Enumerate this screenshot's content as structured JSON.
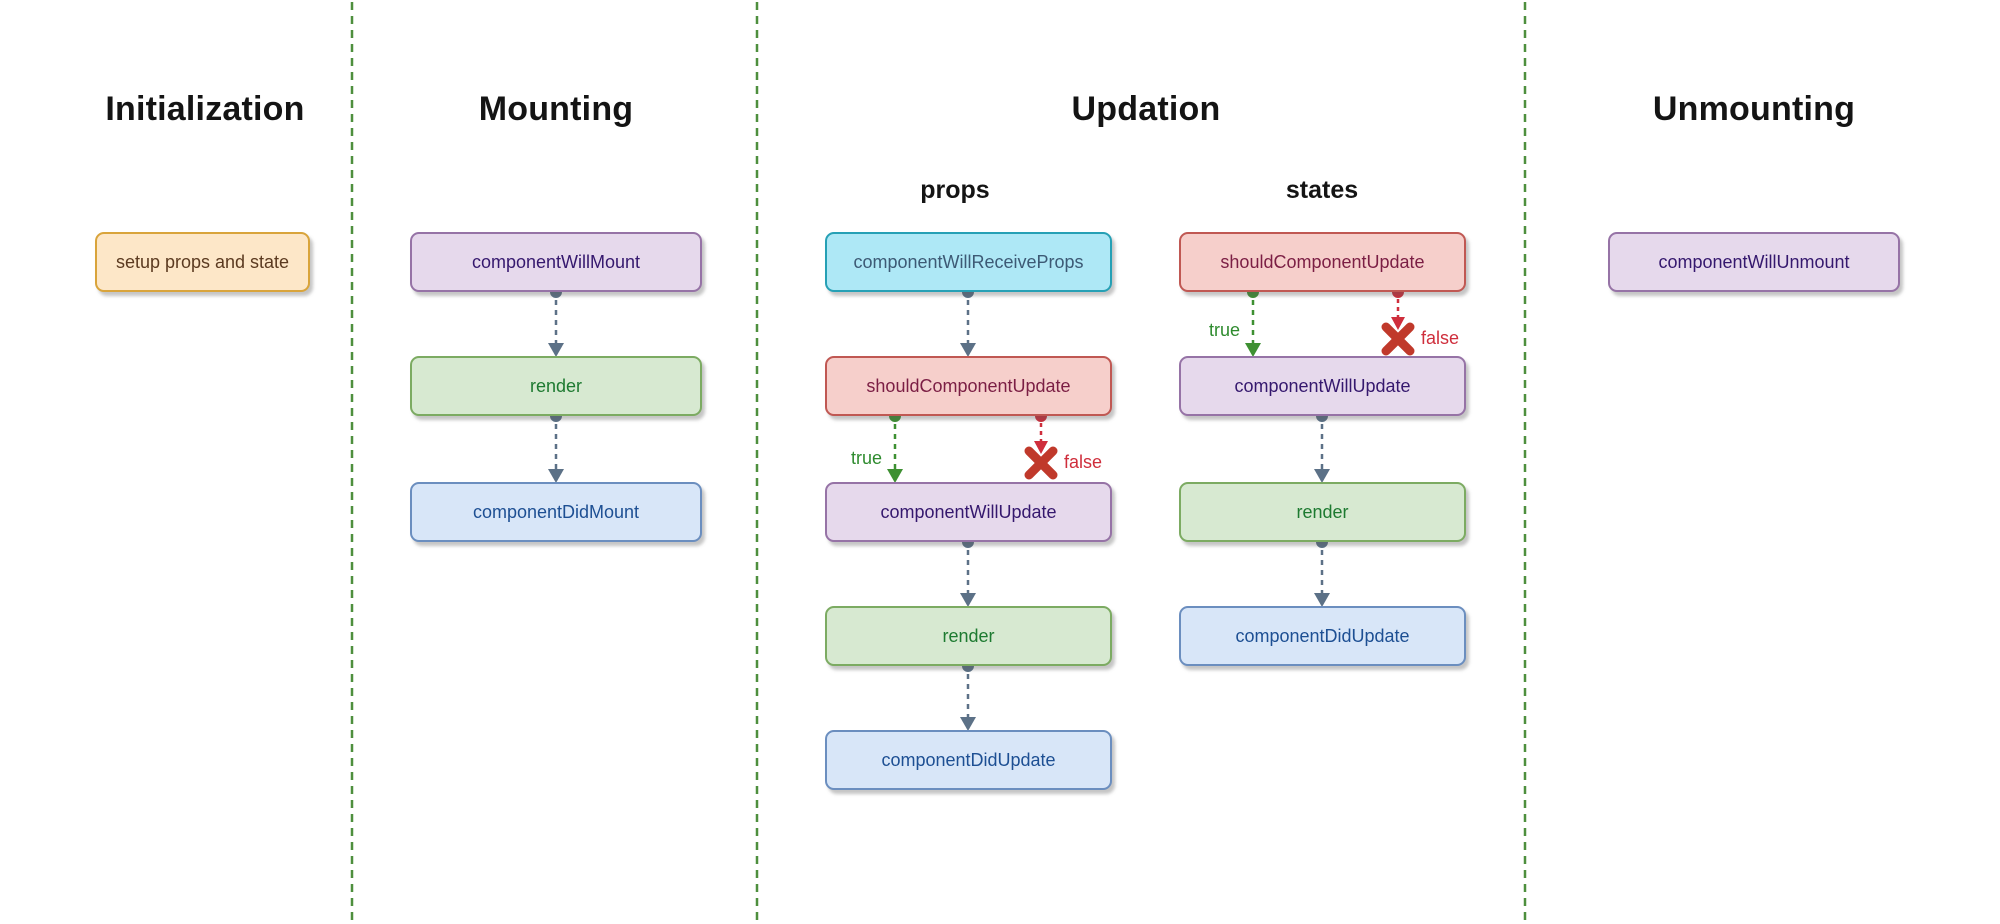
{
  "sections": {
    "initialization": {
      "title": "Initialization",
      "box": {
        "label": "setup props and state",
        "style": "orange"
      }
    },
    "mounting": {
      "title": "Mounting",
      "boxes": [
        {
          "label": "componentWillMount",
          "style": "purple"
        },
        {
          "label": "render",
          "style": "green"
        },
        {
          "label": "componentDidMount",
          "style": "blue"
        }
      ]
    },
    "updation": {
      "title": "Updation",
      "props_column": {
        "header": "props",
        "boxes": [
          {
            "label": "componentWillReceiveProps",
            "style": "cyan"
          },
          {
            "label": "shouldComponentUpdate",
            "style": "red"
          },
          {
            "label": "componentWillUpdate",
            "style": "purple"
          },
          {
            "label": "render",
            "style": "green"
          },
          {
            "label": "componentDidUpdate",
            "style": "blue"
          }
        ],
        "branch": {
          "true_label": "true",
          "false_label": "false"
        }
      },
      "states_column": {
        "header": "states",
        "boxes": [
          {
            "label": "shouldComponentUpdate",
            "style": "red"
          },
          {
            "label": "componentWillUpdate",
            "style": "purple"
          },
          {
            "label": "render",
            "style": "green"
          },
          {
            "label": "componentDidUpdate",
            "style": "blue"
          }
        ],
        "branch": {
          "true_label": "true",
          "false_label": "false"
        }
      }
    },
    "unmounting": {
      "title": "Unmounting",
      "box": {
        "label": "componentWillUnmount",
        "style": "purple"
      }
    }
  },
  "palette": {
    "orange_fill": "#fde7c8",
    "orange_border": "#d9a43b",
    "orange_text": "#5b3a20",
    "purple_fill": "#e6d9ec",
    "purple_border": "#9673a6",
    "purple_text": "#35186e",
    "green_fill": "#d7e9d1",
    "green_border": "#7cab62",
    "green_text": "#1d7a30",
    "blue_fill": "#d8e6f8",
    "blue_border": "#6b8ebf",
    "blue_text": "#1d4f93",
    "cyan_fill": "#aee8f6",
    "cyan_border": "#26a0b5",
    "cyan_text": "#3d5a75",
    "red_fill": "#f6cfcb",
    "red_border": "#c05853",
    "red_text": "#7b1e44",
    "flow_arrow": "#5c7187",
    "true_arrow": "#3e9032",
    "false_arrow": "#cf2e3c",
    "false_x": "#c0392b",
    "divider": "#4e8f3e"
  }
}
